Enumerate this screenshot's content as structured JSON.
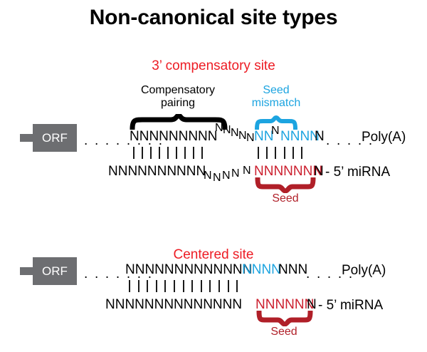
{
  "title": "Non-canonical site types",
  "colors": {
    "site_title_red": "#ED1C24",
    "seed_dark_red": "#B01F28",
    "nucleotide_red": "#CC1F2E",
    "blue": "#1CA4E0",
    "orf_gray": "#6D6E71",
    "black": "#000000"
  },
  "panels": [
    {
      "id": "three-prime-compensatory",
      "title": "3’ compensatory site",
      "orf_label": "ORF",
      "labels": {
        "compensatory_pairing": "Compensatory\npairing",
        "compensatory_pairing_line1": "Compensatory",
        "compensatory_pairing_line2": "pairing",
        "seed_mismatch_line1": "Seed",
        "seed_mismatch_line2": "mismatch",
        "seed": "Seed"
      },
      "target_strand": {
        "leading_dots": ". . . . . . . .",
        "compensatory_nucleotides": "NNNNNNNNN",
        "bulge_nucleotides": "NNNNN",
        "seed_pair_left": "NN",
        "seed_mismatch_nucleotide": "N",
        "seed_pair_right": "NNNN",
        "trailing_nucleotide": "N",
        "trailing_dots": ". . . . .",
        "end_label": "Poly(A)"
      },
      "mirna_strand": {
        "compensatory_nucleotides": "NNNNNNNNNN",
        "bulge_nucleotides": "NNN",
        "seed_nucleotides": "NNNNNNN",
        "trailing_nucleotide": "N",
        "end_label": "- 5’ miRNA"
      },
      "pairing_bars": {
        "compensatory_count": 9,
        "seed_left_count": 3,
        "seed_right_count": 3
      }
    },
    {
      "id": "centered-site",
      "title": "Centered site",
      "orf_label": "ORF",
      "labels": {
        "seed": "Seed"
      },
      "target_strand": {
        "leading_dots": ". . . . . . .",
        "black_nucleotides_left": "NNNNNNNNNNNNN",
        "blue_nucleotides": "NNNN",
        "black_nucleotides_right": "NNN",
        "trailing_dots": ". . . . .",
        "end_label": "Poly(A)"
      },
      "mirna_strand": {
        "black_nucleotides": "NNNNNNNNNNNNNN",
        "seed_nucleotides": "NNNNNN",
        "trailing_nucleotide": "N",
        "end_label": "- 5’ miRNA"
      },
      "pairing_bars": {
        "count": 13
      }
    }
  ]
}
